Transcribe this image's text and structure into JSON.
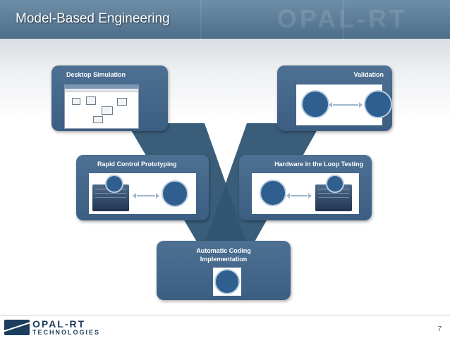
{
  "slide": {
    "title": "Model-Based Engineering",
    "page_number": "7"
  },
  "stages": {
    "desktop_simulation": "Desktop Simulation",
    "validation": "Validation",
    "rapid_control_prototyping": "Rapid Control Prototyping",
    "hardware_in_loop": "Hardware in the Loop Testing",
    "automatic_coding_line1": "Automatic Coding",
    "automatic_coding_line2": "Implementation"
  },
  "footer": {
    "logo_line1": "OPAL-RT",
    "logo_line2": "TECHNOLOGIES"
  },
  "colors": {
    "box_blue": "#3f6286",
    "v_shape": "#2f5573",
    "header": "#5a7a95"
  }
}
